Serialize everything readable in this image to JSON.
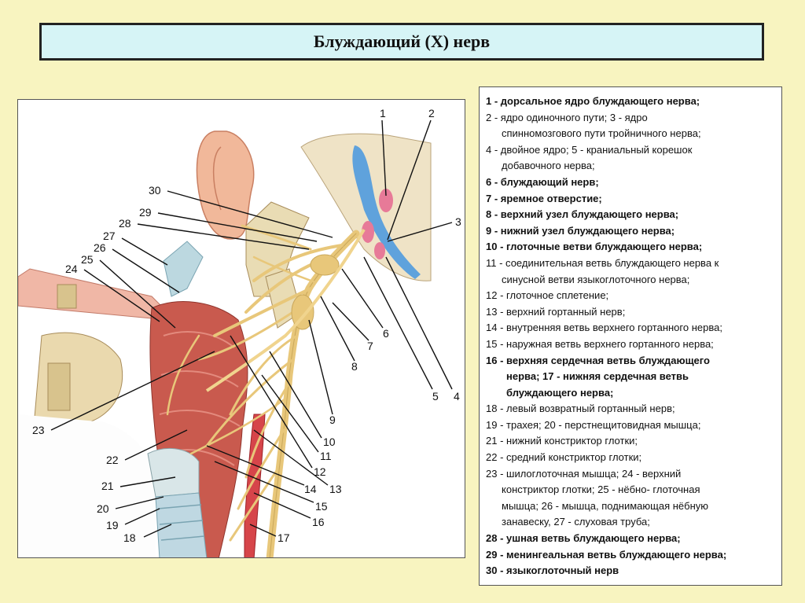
{
  "title": "Блуждающий (X) нерв",
  "colors": {
    "background": "#f8f4c0",
    "title_fill": "#d6f4f6",
    "nerve": "#e8c77a",
    "muscle": "#c95a4e",
    "bone": "#e9dcb4",
    "brainstem_blue": "#5fa2dc",
    "brainstem_pink": "#e77a98"
  },
  "figure": {
    "callouts": [
      "1",
      "2",
      "3",
      "4",
      "5",
      "6",
      "7",
      "8",
      "9",
      "10",
      "11",
      "12",
      "13",
      "14",
      "15",
      "16",
      "17",
      "18",
      "19",
      "20",
      "21",
      "22",
      "23",
      "24",
      "25",
      "26",
      "27",
      "28",
      "29",
      "30"
    ]
  },
  "legend": [
    {
      "bold": true,
      "lines": [
        "1 - дорсальное ядро блуждающего нерва;"
      ]
    },
    {
      "bold": false,
      "lines": [
        "2 - ядро одиночного пути; 3 - ядро",
        "спинномозгового пути тройничного нерва;"
      ]
    },
    {
      "bold": false,
      "lines": [
        "4 - двойное ядро; 5 - краниальный корешок",
        "добавочного нерва;"
      ]
    },
    {
      "bold": true,
      "lines": [
        "6 - блуждающий нерв;"
      ]
    },
    {
      "bold": true,
      "lines": [
        "7 - яремное отверстие;"
      ]
    },
    {
      "bold": true,
      "lines": [
        "8 - верхний узел блуждающего нерва;"
      ]
    },
    {
      "bold": true,
      "lines": [
        "9 - нижний узел блуждающего нерва;"
      ]
    },
    {
      "bold": true,
      "lines": [
        "10 - глоточные ветви блуждающего нерва;"
      ]
    },
    {
      "bold": false,
      "lines": [
        "11 - соединительная ветвь блуждающего нерва к",
        "синусной ветви языкоглоточного нерва;"
      ]
    },
    {
      "bold": false,
      "lines": [
        "12 - глоточное сплетение;"
      ]
    },
    {
      "bold": false,
      "lines": [
        "13 - верхний гортанный нерв;"
      ]
    },
    {
      "bold": false,
      "lines": [
        "14 - внутренняя ветвь верхнего гортанного нерва;"
      ]
    },
    {
      "bold": false,
      "lines": [
        "15 - наружная ветвь верхнего гортанного нерва;"
      ]
    },
    {
      "bold": true,
      "lines": [
        "16 - верхняя сердечная ветвь блуждающего",
        "нерва; 17 - нижняя сердечная ветвь",
        "блуждающего нерва;"
      ]
    },
    {
      "bold": false,
      "lines": [
        "18 - левый возвратный гортанный нерв;"
      ]
    },
    {
      "bold": false,
      "lines": [
        "19 - трахея; 20 - перстнещитовидная мышца;"
      ]
    },
    {
      "bold": false,
      "lines": [
        "21 - нижний констриктор глотки;"
      ]
    },
    {
      "bold": false,
      "lines": [
        "22 - средний констриктор глотки;"
      ]
    },
    {
      "bold": false,
      "lines": [
        "23 - шилоглоточная мышца; 24 - верхний",
        "констриктор глотки; 25 - нёбно- глоточная",
        "мышца; 26 - мышца, поднимающая нёбную",
        "занавеску, 27 - слуховая труба;"
      ]
    },
    {
      "bold": true,
      "lines": [
        "28 - ушная ветвь блуждающего нерва;"
      ]
    },
    {
      "bold": true,
      "lines": [
        "29 - менингеальная ветвь блуждающего нерва;"
      ]
    },
    {
      "bold": true,
      "lines": [
        "30 - языкоглоточный нерв"
      ]
    }
  ]
}
